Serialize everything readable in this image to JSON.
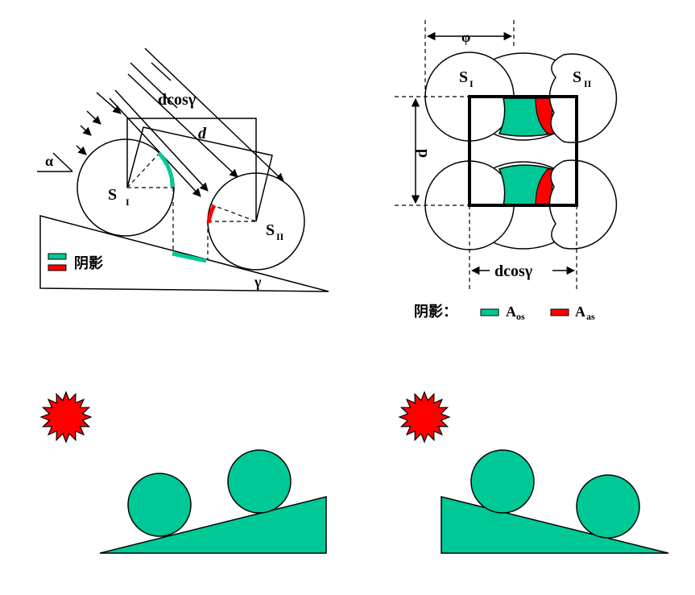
{
  "colors": {
    "shadow_green": "#00C896",
    "shadow_red": "#FF0000",
    "sun_red": "#FF0000",
    "line": "#000000"
  },
  "icons": {
    "sun_left": "sun-starburst-icon",
    "sun_right": "sun-starburst-icon"
  },
  "left_diagram": {
    "alpha": "α",
    "dcos": "dcosγ",
    "d": "d",
    "s1_main": "S",
    "s1_sub": "I",
    "s2_main": "S",
    "s2_sub": "II",
    "gamma": "γ",
    "legend_label": "阴影"
  },
  "right_diagram": {
    "phi": "φ",
    "s1_main": "S",
    "s1_sub": "I",
    "s2_main": "S",
    "s2_sub": "II",
    "d": "d",
    "dcos": "dcosγ",
    "legend_prefix": "阴影：",
    "aos_main": "A",
    "aos_sub": "os",
    "aas_main": "A",
    "aas_sub": "as"
  }
}
